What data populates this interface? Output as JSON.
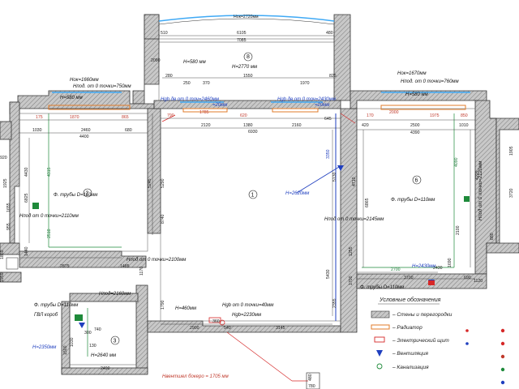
{
  "colors": {
    "wall": "#bdbdbd",
    "wall_stroke": "#333333",
    "dimension": "#1a1a1a",
    "radiator": "#e07b2a",
    "pipe_green": "#1e8a3a",
    "ventilation": "#1f3fbf",
    "window": "#3fa9f5",
    "red": "#d62828"
  },
  "top_labels": {
    "h_top": "Hок=2720мм",
    "d6105": "6105",
    "d7085": "7085",
    "d510": "510",
    "d480": "480",
    "d2090": "2090",
    "d280a": "280",
    "d1550": "1550",
    "d825": "825",
    "d370": "370",
    "d1970": "1970",
    "d250": "250",
    "room8_h": "H=580 мм",
    "room8_num": "8",
    "room8_height": "H=2770 мм"
  },
  "left_room": {
    "h1": "Hок=1660мм",
    "h2": "Hпод. от 0 точки=750мм",
    "h3": "H=580 мм",
    "d175": "175",
    "d1870": "1870",
    "d865": "865",
    "d1030": "1030",
    "d2460": "2460",
    "d680": "680",
    "d4400": "4400",
    "d4430": "4430",
    "d4315": "4315",
    "d6825": "6825",
    "d2510": "2510",
    "d1440": "1440",
    "d2875": "2875",
    "d1485": "1485",
    "d1170": "1170",
    "pipe": "Ф. трубы D=110мм",
    "pipe_h": "Hпод от 0 точки=2110мм",
    "room_num": "2",
    "d1925": "1925",
    "d1655": "1655",
    "d955": "955",
    "d920": "920",
    "d1850": "1850",
    "d1950": "1950"
  },
  "center_room": {
    "d790": "790",
    "d1785": "1785",
    "d620": "620",
    "d2120": "2120",
    "d1380": "1380",
    "d2160": "2160",
    "d6930": "6930",
    "d645": "645",
    "d5290": "5290",
    "d5245": "5245",
    "d5130": "5130",
    "d8740": "8740",
    "d3350": "3350",
    "hgb1": "Hgb дв от 0 точ=2460мм",
    "hgb1b": "=20мм",
    "hgb2": "Hgb дв от 0 точ=2430мм",
    "hgb2b": "=20мм",
    "vent_h": "H=2620мм",
    "room_num": "1",
    "h_pod": "Hпод от 0 точки=2100мм",
    "h_pod_right": "Hпод от 0 точки=2145мм",
    "h460": "H=460мм",
    "hgb_bottom": "Hgb от 0 точки=40мм",
    "hgb_bottom2": "Hgb=2230мм",
    "d2900": "2900",
    "d360": "360",
    "d540": "540",
    "d3145": "3145",
    "d5430": "5430",
    "d2355": "2355",
    "d1790": "1790",
    "d1255": "1255",
    "d1700": "1700",
    "vent_box": "Hвентшел бокерo = 1705 мм"
  },
  "bathroom": {
    "pipe": "Ф. трубы D=110мм",
    "gvl": "ГВЛ короб",
    "h2350": "H=2350мм",
    "h2640": "H=2640 мм",
    "h2160": "Hпод=2160мм",
    "room_num": "3",
    "d2490": "2490",
    "d1030": "1030",
    "d130": "130",
    "d740": "740",
    "d300": "300",
    "d1500": "1500"
  },
  "right_room": {
    "h1": "Hок=1670мм",
    "h2": "Hпод. от 0 точки=760мм",
    "h3": "H=580 мм",
    "d170": "170",
    "d2000": "2000",
    "d1975": "1975",
    "d850": "850",
    "d420": "420",
    "d2500": "2500",
    "d1010": "1010",
    "d4390": "4390",
    "d4710": "4710",
    "d4090": "4090",
    "d6865": "6865",
    "d4225": "4225",
    "d2700": "2700",
    "d3700": "3700",
    "d2430": "2430",
    "d690": "690",
    "d1120": "1120",
    "room_num": "6",
    "pipe": "Ф. трубы D=110мм",
    "pipe_h": "Hпод от 0 точки=2120мм",
    "pipe_bottom": "Ф. трубы D=110мм",
    "h2430": "H=2430мм",
    "d1690": "1690",
    "d2100": "2100",
    "d880": "880",
    "d1905": "1905",
    "d3720": "3720"
  },
  "legend": {
    "title": "Условные обозначения",
    "walls": "– Стены и перегородки",
    "radiator": "– Радиатор",
    "electric": "– Электрический щит",
    "ventilation": "– Вентиляция",
    "sewer": "– Канализация"
  },
  "bottom_right": {
    "d780": "780",
    "d480": "480"
  }
}
